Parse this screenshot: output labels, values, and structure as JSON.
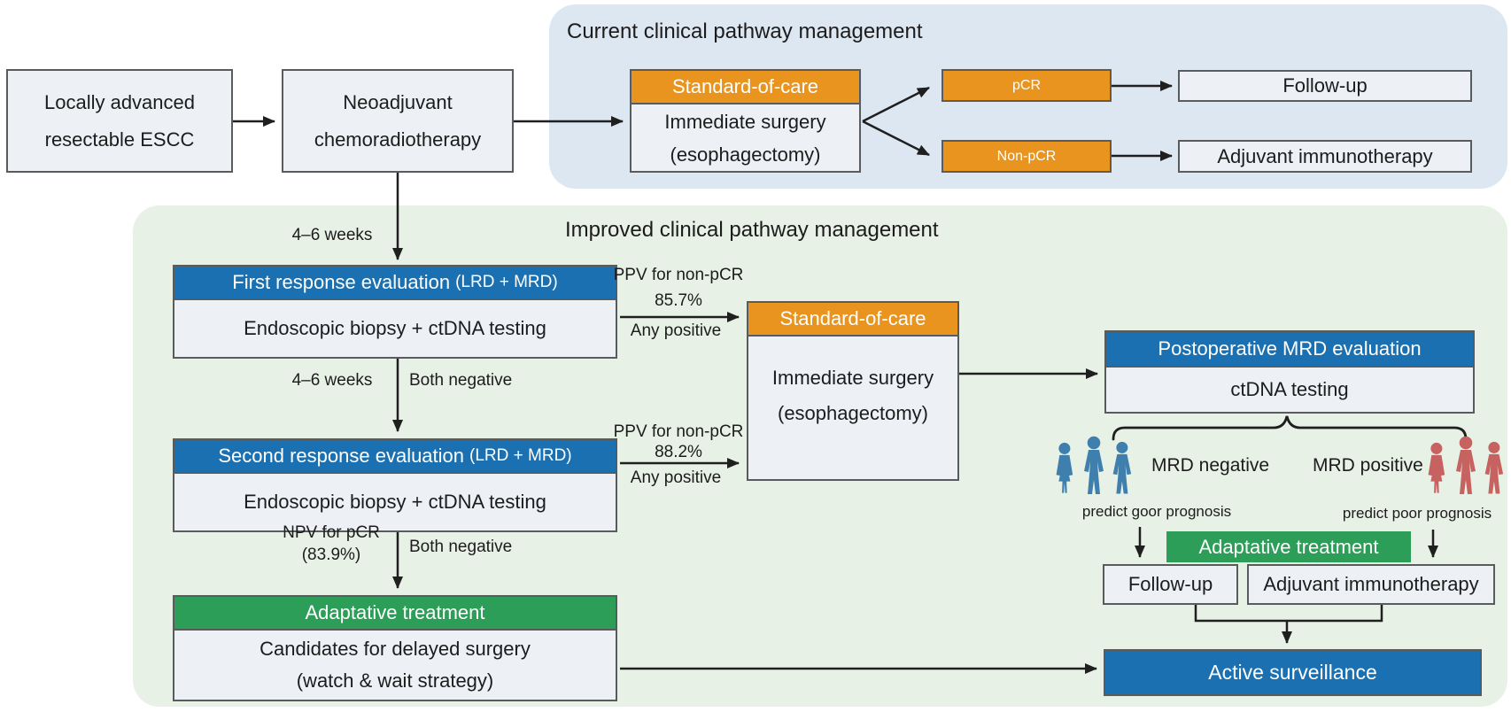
{
  "colors": {
    "panel_current_bg": "#dde7f2",
    "panel_improved_bg": "#e7f1e5",
    "box_bg": "#edf1f6",
    "box_border": "#5a5b5d",
    "orange": "#e8941e",
    "blue": "#1a70b0",
    "green": "#2d9e58",
    "arrow": "#1f1f1f",
    "people_negative": "#3e7fae",
    "people_positive": "#c66260"
  },
  "panels": {
    "current": {
      "title": "Current clinical pathway management"
    },
    "improved": {
      "title": "Improved clinical pathway management"
    }
  },
  "nodes": {
    "locally_advanced": {
      "line1": "Locally advanced",
      "line2": "resectable ESCC"
    },
    "neoadjuvant": {
      "line1": "Neoadjuvant",
      "line2": "chemoradiotherapy"
    },
    "soc_top": {
      "header": "Standard-of-care",
      "line1": "Immediate surgery",
      "line2": "(esophagectomy)"
    },
    "pcr": {
      "label": "pCR"
    },
    "non_pcr": {
      "label": "Non-pCR"
    },
    "follow_up_top": {
      "label": "Follow-up"
    },
    "adjuvant_top": {
      "label": "Adjuvant immunotherapy"
    },
    "first_eval": {
      "header_main": "First response evaluation",
      "header_sub": "(LRD + MRD)",
      "body": "Endoscopic biopsy + ctDNA testing"
    },
    "second_eval": {
      "header_main": "Second response evaluation",
      "header_sub": "(LRD + MRD)",
      "body": "Endoscopic biopsy + ctDNA testing"
    },
    "soc_mid": {
      "header": "Standard-of-care",
      "line1": "Immediate surgery",
      "line2": "(esophagectomy)"
    },
    "adaptative_left": {
      "header": "Adaptative treatment",
      "line1": "Candidates for delayed surgery",
      "line2": "(watch & wait strategy)"
    },
    "postop": {
      "header": "Postoperative MRD evaluation",
      "body": "ctDNA testing"
    },
    "adaptative_right": {
      "header": "Adaptative treatment"
    },
    "follow_up_bottom": {
      "label": "Follow-up"
    },
    "adjuvant_bottom": {
      "label": "Adjuvant immunotherapy"
    },
    "active_surveillance": {
      "label": "Active surveillance"
    }
  },
  "edge_labels": {
    "wait1": "4–6 weeks",
    "wait2": "4–6 weeks",
    "both_negative1": "Both negative",
    "both_negative2": "Both negative",
    "ppv1": {
      "line1": "PPV for non-pCR",
      "line2": "85.7%",
      "line3": "Any positive"
    },
    "ppv2": {
      "line1": "PPV for non-pCR",
      "line2": "88.2%",
      "line3": "Any positive"
    },
    "npv": {
      "line1": "NPV for pCR",
      "line2": "(83.9%)"
    },
    "mrd_negative": "MRD negative",
    "mrd_positive": "MRD positive",
    "predict_good": "predict goor prognosis",
    "predict_poor": "predict poor prognosis"
  }
}
